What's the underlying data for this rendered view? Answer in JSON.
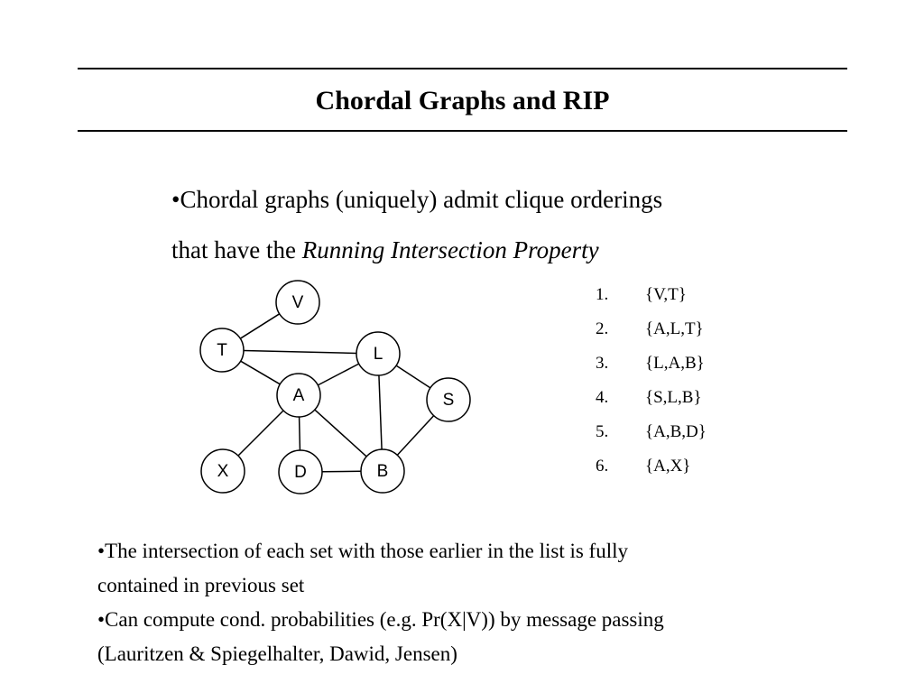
{
  "slide": {
    "title": "Chordal Graphs and RIP",
    "bullet1": {
      "line1": "•Chordal graphs (uniquely) admit clique orderings",
      "line2_prefix": "that have the ",
      "line2_italic": "Running Intersection Property"
    },
    "graph": {
      "nodes": [
        {
          "id": "V",
          "label": "V"
        },
        {
          "id": "T",
          "label": "T"
        },
        {
          "id": "L",
          "label": "L"
        },
        {
          "id": "A",
          "label": "A"
        },
        {
          "id": "S",
          "label": "S"
        },
        {
          "id": "X",
          "label": "X"
        },
        {
          "id": "D",
          "label": "D"
        },
        {
          "id": "B",
          "label": "B"
        }
      ],
      "edges": [
        [
          "V",
          "T"
        ],
        [
          "T",
          "L"
        ],
        [
          "T",
          "A"
        ],
        [
          "A",
          "L"
        ],
        [
          "L",
          "S"
        ],
        [
          "L",
          "B"
        ],
        [
          "A",
          "X"
        ],
        [
          "A",
          "D"
        ],
        [
          "A",
          "B"
        ],
        [
          "D",
          "B"
        ],
        [
          "S",
          "B"
        ]
      ]
    },
    "cliques": [
      {
        "num": "1.",
        "set": "{V,T}"
      },
      {
        "num": "2.",
        "set": "{A,L,T}"
      },
      {
        "num": "3.",
        "set": "{L,A,B}"
      },
      {
        "num": "4.",
        "set": "{S,L,B}"
      },
      {
        "num": "5.",
        "set": "{A,B,D}"
      },
      {
        "num": "6.",
        "set": "{A,X}"
      }
    ],
    "bottom_bullets": [
      {
        "line1": "•The intersection of each set with those earlier in the list is fully",
        "line2": "contained in previous set"
      },
      {
        "line1": "•Can compute cond. probabilities (e.g. Pr(X|V)) by message passing",
        "line2": "(Lauritzen & Spiegelhalter, Dawid, Jensen)"
      }
    ]
  }
}
